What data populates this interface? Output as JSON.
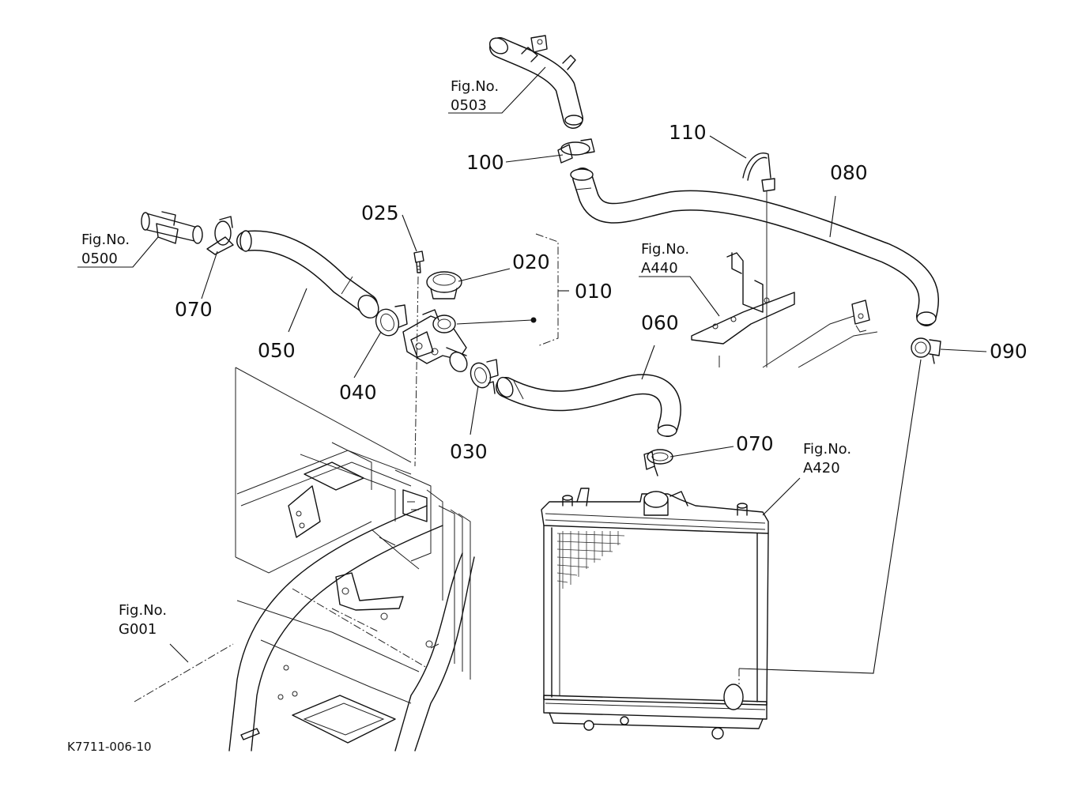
{
  "callouts": {
    "p010": "010",
    "p020": "020",
    "p025": "025",
    "p030": "030",
    "p040": "040",
    "p050": "050",
    "p060": "060",
    "p070_left": "070",
    "p070_right": "070",
    "p080": "080",
    "p090": "090",
    "p100": "100",
    "p110": "110"
  },
  "figure_refs": {
    "fig0503": {
      "label": "Fig.No.",
      "number": "0503"
    },
    "fig0500": {
      "label": "Fig.No.",
      "number": "0500"
    },
    "figA440": {
      "label": "Fig.No.",
      "number": "A440"
    },
    "figA420": {
      "label": "Fig.No.",
      "number": "A420"
    },
    "figG001": {
      "label": "Fig.No.",
      "number": "G001"
    }
  },
  "drawing_code": "K7711-006-10",
  "colors": {
    "ink": "#111111",
    "paper": "#ffffff"
  }
}
